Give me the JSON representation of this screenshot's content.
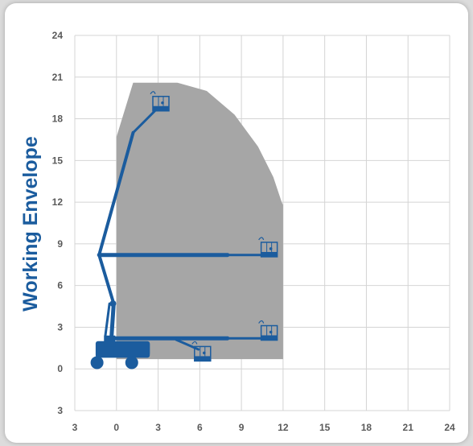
{
  "chart_data": {
    "type": "area",
    "ylabel": "Working Envelope",
    "xlabel": "",
    "x_ticks": [
      "3",
      "0",
      "3",
      "6",
      "9",
      "12",
      "15",
      "18",
      "21",
      "24"
    ],
    "x_tick_values": [
      -3,
      0,
      3,
      6,
      9,
      12,
      15,
      18,
      21,
      24
    ],
    "y_ticks": [
      "24",
      "21",
      "18",
      "15",
      "12",
      "9",
      "6",
      "3",
      "0",
      "3"
    ],
    "y_tick_values": [
      24,
      21,
      18,
      15,
      12,
      9,
      6,
      3,
      0,
      -3
    ],
    "xlim": [
      -3,
      24
    ],
    "ylim": [
      -3,
      24
    ],
    "grid": true,
    "envelope": {
      "x": [
        0,
        1.2,
        4.4,
        6.5,
        8.5,
        10.2,
        11.3,
        11.9,
        12,
        12,
        0,
        0
      ],
      "y": [
        16.7,
        20.6,
        20.6,
        20.0,
        18.3,
        16.0,
        13.8,
        12.0,
        11.8,
        0.7,
        0.7,
        16.7
      ]
    },
    "boom_positions": [
      {
        "platform_x": 3.2,
        "platform_y": 18.8
      },
      {
        "platform_x": 11.0,
        "platform_y": 8.3
      },
      {
        "platform_x": 11.0,
        "platform_y": 2.3
      },
      {
        "platform_x": 6.2,
        "platform_y": 0.8
      }
    ],
    "colors": {
      "envelope": "#a6a6a6",
      "machine": "#1b5c9e",
      "grid": "#d4d4d4",
      "axis_label": "#1b5c9e",
      "tick_label": "#5a5a5a"
    }
  }
}
